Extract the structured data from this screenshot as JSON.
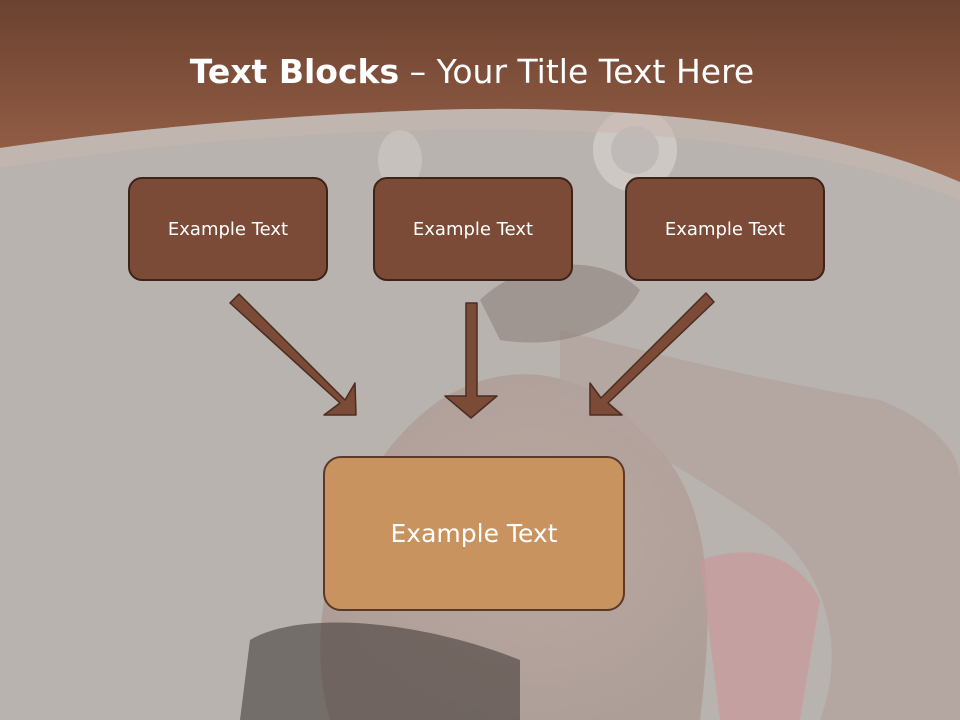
{
  "title": {
    "bold": "Text Blocks",
    "rest": " – Your Title Text Here"
  },
  "boxes": {
    "top": [
      "Example Text",
      "Example Text",
      "Example Text"
    ],
    "main": "Example Text"
  },
  "colors": {
    "header": "#8a5740",
    "box_fill": "#7b4b38",
    "main_fill": "#c9935f",
    "arrow": "#7b4b38"
  }
}
